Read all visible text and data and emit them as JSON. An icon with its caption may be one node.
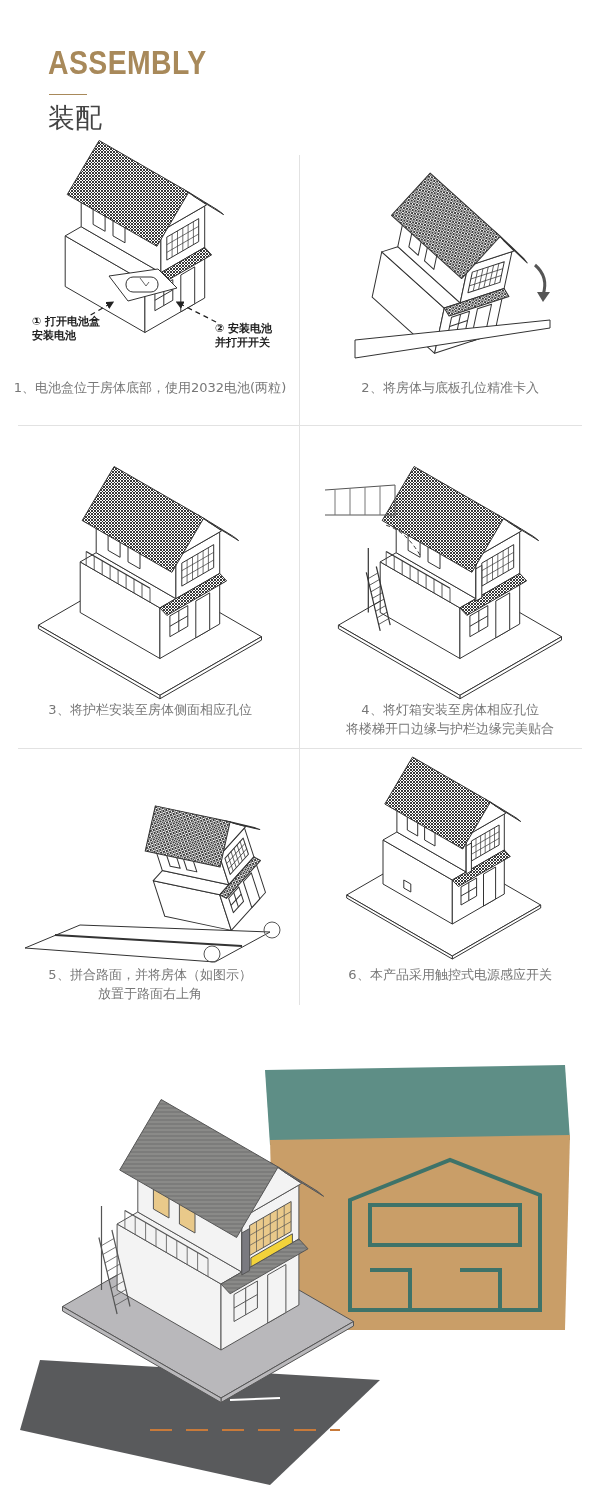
{
  "diagram": {
    "title": "ASSEMBLY",
    "nodes": [
      {
        "text": [
          "① 打开电池盒安装电池"
        ]
      },
      {
        "text": [
          "② 安装电池并打开开关"
        ]
      },
      {
        "text": [],
        "shape": "picture"
      }
    ],
    "edges": [
      {
        "from": 0,
        "to": 2,
        "arrow": "to",
        "style": "dashed"
      },
      {
        "from": 1,
        "to": 2,
        "arrow": "to",
        "style": "dashed"
      }
    ],
    "labels": [
      "装配",
      "1、电池盒位于房体底部，使用2032电池(两粒)",
      "2、将房体与底板孔位精准卡入",
      "3、将护栏安装至房体侧面相应孔位",
      "4、将灯箱安装至房体相应孔位将楼梯开口边缘与护栏边缘完美贴合",
      "5、拼合路面，并将房体（如图示）放置于路面右上角",
      "6、本产品采用触控式电源感应开关"
    ]
  }
}
